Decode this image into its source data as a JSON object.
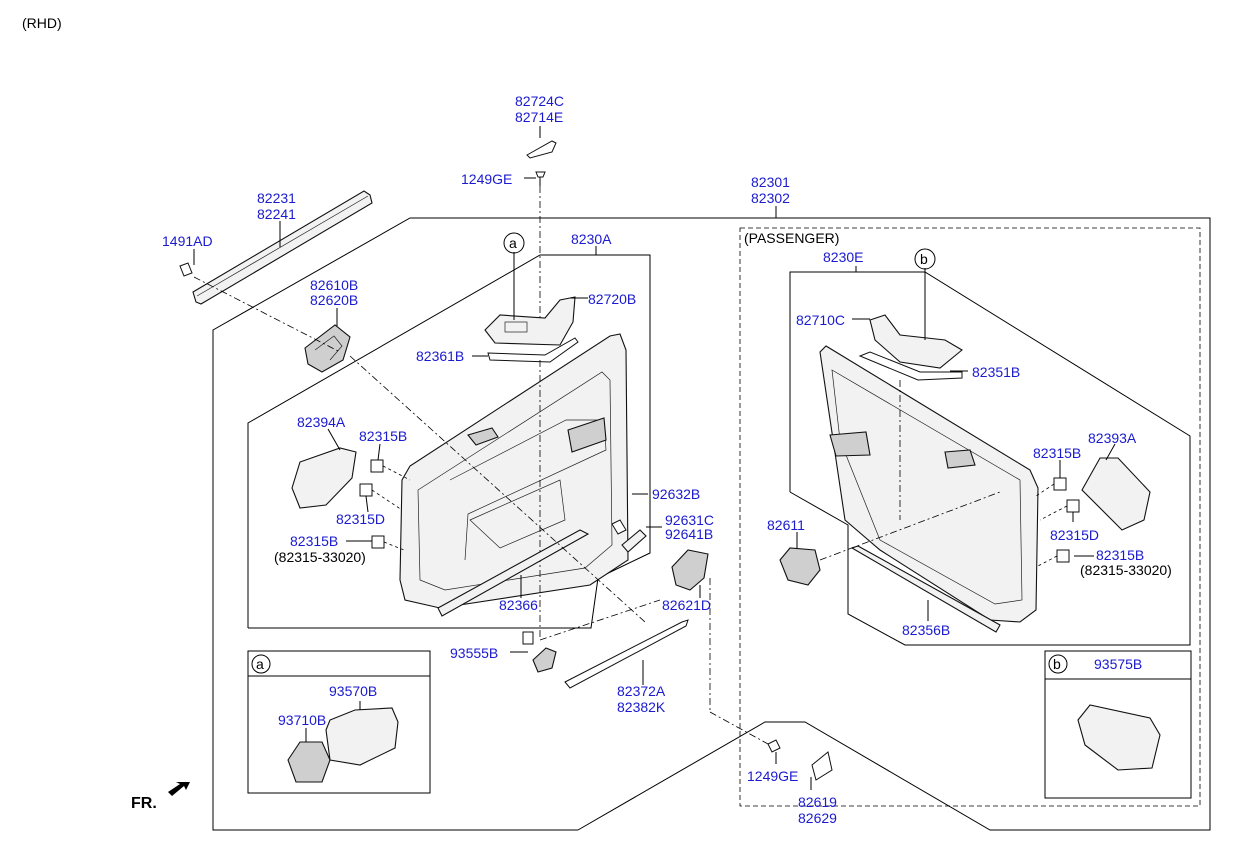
{
  "header": {
    "variant": "(RHD)"
  },
  "labels": {
    "l_82724C": "82724C",
    "l_82714E": "82714E",
    "l_1249GE_top": "1249GE",
    "l_82301": "82301",
    "l_82302": "82302",
    "l_82231": "82231",
    "l_82241": "82241",
    "l_1491AD": "1491AD",
    "l_8230A": "8230A",
    "l_82720B": "82720B",
    "l_82610B": "82610B",
    "l_82620B": "82620B",
    "l_82361B": "82361B",
    "l_82394A": "82394A",
    "l_82315B_l1": "82315B",
    "l_82315D_l": "82315D",
    "l_82315B_l2": "82315B",
    "l_ref_l": "(82315-33020)",
    "l_92632B": "92632B",
    "l_92631C": "92631C",
    "l_92641B": "92641B",
    "l_82621D": "82621D",
    "l_82366": "82366",
    "l_93555B": "93555B",
    "l_82372A": "82372A",
    "l_82382K": "82382K",
    "l_passenger": "(PASSENGER)",
    "l_8230E": "8230E",
    "l_82710C": "82710C",
    "l_82351B": "82351B",
    "l_82315B_r1": "82315B",
    "l_82393A": "82393A",
    "l_82611": "82611",
    "l_82315D_r": "82315D",
    "l_82315B_r2": "82315B",
    "l_ref_r": "(82315-33020)",
    "l_82356B": "82356B",
    "l_1249GE_bot": "1249GE",
    "l_82619": "82619",
    "l_82629": "82629",
    "l_93570B": "93570B",
    "l_93710B": "93710B",
    "l_93575B": "93575B",
    "fr": "FR."
  },
  "callouts": {
    "a": "a",
    "b": "b",
    "inset_a": "a",
    "inset_b": "b"
  }
}
